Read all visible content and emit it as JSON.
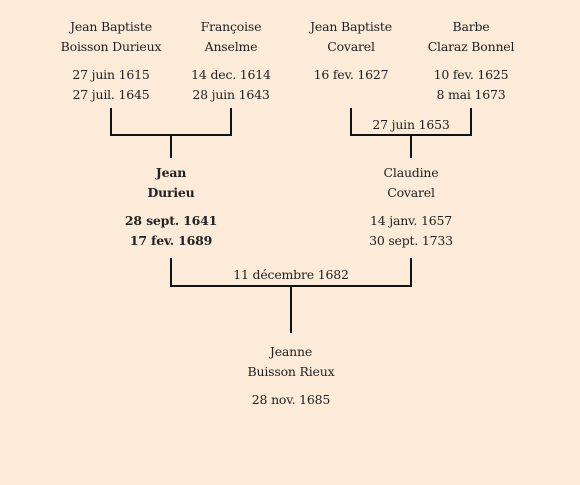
{
  "persons": [
    {
      "key": "jean_baptiste_boisson",
      "name_first": "Jean Baptiste",
      "name_last": "Boisson Durieux",
      "birth": "27 juin 1615",
      "death": "27 juil. 1645",
      "highlighted": false
    },
    {
      "key": "francoise_anselme",
      "name_first": "Françoise",
      "name_last": "Anselme",
      "birth": "14 dec. 1614",
      "death": "28 juin 1643",
      "highlighted": false
    },
    {
      "key": "jean_baptiste_covarel",
      "name_first": "Jean Baptiste",
      "name_last": "Covarel",
      "birth": "16 fev. 1627",
      "death": "",
      "highlighted": false
    },
    {
      "key": "barbe_claraz",
      "name_first": "Barbe",
      "name_last": "Claraz Bonnel",
      "birth": "10 fev. 1625",
      "death": "8 mai 1673",
      "highlighted": false
    },
    {
      "key": "jean_durieu",
      "name_first": "Jean",
      "name_last": "Durieu",
      "birth": "28 sept. 1641",
      "death": "17 fev. 1689",
      "highlighted": true
    },
    {
      "key": "claudine_covarel",
      "name_first": "Claudine",
      "name_last": "Covarel",
      "birth": "14 janv. 1657",
      "death": "30 sept. 1733",
      "highlighted": false
    },
    {
      "key": "jeanne_buisson",
      "name_first": "Jeanne",
      "name_last": "Buisson Rieux",
      "birth": "28 nov. 1685",
      "death": "",
      "highlighted": false
    }
  ],
  "unions": [
    {
      "key": "boisson_anselme",
      "date": ""
    },
    {
      "key": "covarel_claraz",
      "date": "27 juin 1653"
    },
    {
      "key": "durieu_covarel",
      "date": "11 décembre 1682"
    }
  ],
  "colors": {
    "background": "#fcebd8",
    "line": "#111111",
    "text": "#222222"
  }
}
